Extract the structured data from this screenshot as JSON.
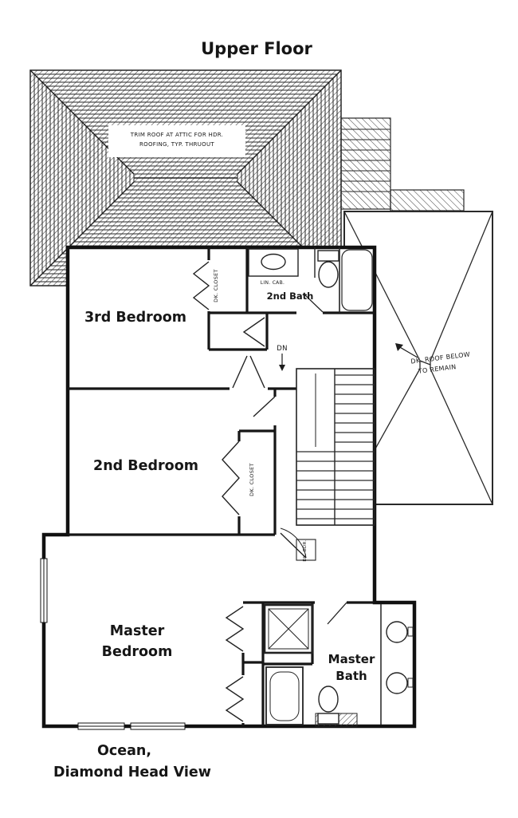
{
  "title": "Upper Floor",
  "caption": {
    "line1": "Ocean,",
    "line2": "Diamond Head View"
  },
  "rooms": {
    "third_bedroom": "3rd Bedroom",
    "second_bedroom": "2nd Bedroom",
    "master_bedroom_line1": "Master",
    "master_bedroom_line2": "Bedroom",
    "master_bath_line1": "Master",
    "master_bath_line2": "Bath",
    "second_bath": "2nd Bath"
  },
  "annotations": {
    "roof_note_line1": "TRIM ROOF AT ATTIC FOR HDR.",
    "roof_note_line2": "ROOFING, TYP. THRUOUT",
    "right_roof_note_line1": "DK. ROOF BELOW",
    "right_roof_note_line2": "TO REMAIN",
    "stairs_down": "DN",
    "linen_cabinet": "LIN. CAB.",
    "closet_third_bedroom": "DK. CLOSET",
    "closet_second_bedroom": "DK. CLOSET",
    "dk_bedroom": "DK. BDR."
  },
  "colors": {
    "ink": "#161616",
    "paper": "#ffffff"
  }
}
